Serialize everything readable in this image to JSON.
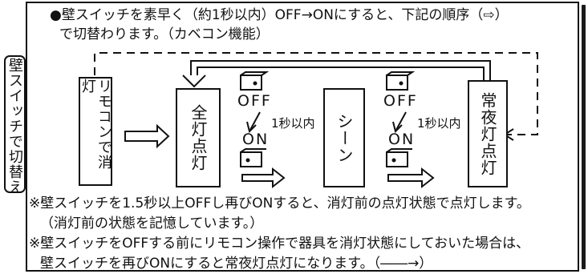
{
  "header": {
    "line1": "●壁スイッチを素早く（約1秒以内）OFF→ONにすると、下記の順序（⇨）",
    "line2": "で切替わります。（カベコン機能）"
  },
  "side_label": "壁スイッチで切替え",
  "states": {
    "remote_off": "リモコンで消灯",
    "all_on": "全灯点灯",
    "scene": "シーン",
    "night": "常夜灯点灯"
  },
  "switch": {
    "off_label": "OFF",
    "on_label": "ON",
    "within_1s": "1秒以内"
  },
  "notes": {
    "line1": "※壁スイッチを1.5秒以上OFFし再びONすると、消灯前の点灯状態で点灯します。",
    "line2": "（消灯前の状態を記憶しています。）",
    "line3": "※壁スイッチをOFFする前にリモコン操作で器具を消灯状態にしておいた場合は、",
    "line4": "壁スイッチを再びONにすると常夜灯点灯になります。（――→）"
  }
}
